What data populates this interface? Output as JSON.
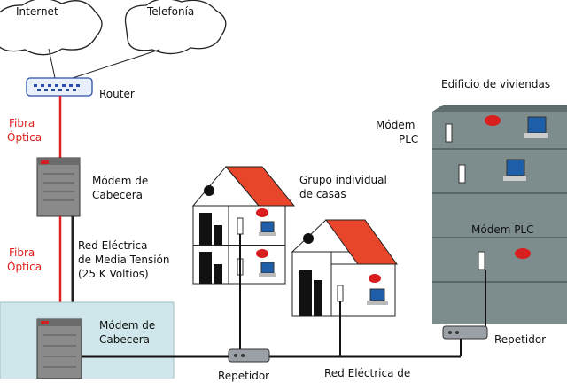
{
  "clouds": {
    "internet": "Internet",
    "telefonia": "Telefonía"
  },
  "router": {
    "label": "Router"
  },
  "fibra_top": {
    "line1": "Fibra",
    "line2": "Óptica"
  },
  "fibra_bottom": {
    "line1": "Fibra",
    "line2": "Óptica"
  },
  "modem_cabecera_top": {
    "line1": "Módem de",
    "line2": "Cabecera"
  },
  "modem_cabecera_bottom": {
    "line1": "Módem de",
    "line2": "Cabecera"
  },
  "media_tension": {
    "line1": "Red Eléctrica",
    "line2": "de Media Tensión",
    "line3": "(25 K Voltios)"
  },
  "grupo_casas": {
    "line1": "Grupo individual",
    "line2": "de casas"
  },
  "edificio": {
    "title": "Edificio de viviendas",
    "modem_plc_1": "Módem",
    "modem_plc_2": "PLC",
    "modem_plc_mid": "Módem PLC"
  },
  "repetidor_right": "Repetidor",
  "repetidor_bottom": "Repetidor",
  "red_baja": "Red Eléctrica de",
  "colors": {
    "fiber": "#e02020",
    "roof": "#e8462a",
    "building": "#7d8d8e",
    "cabecera_box": "#cfe7ea",
    "phone": "#d81e1e"
  }
}
